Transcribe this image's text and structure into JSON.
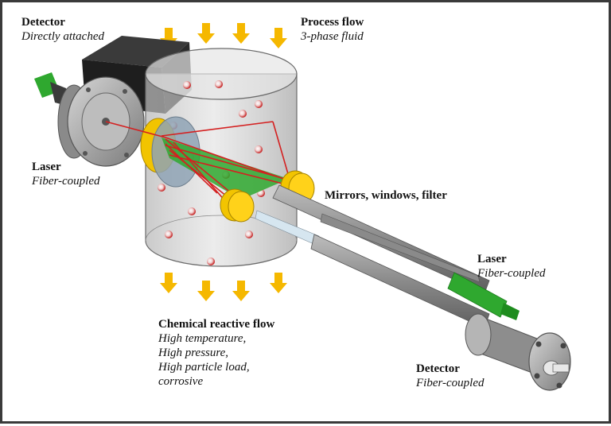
{
  "labels": {
    "detector_top": {
      "title": "Detector",
      "subtitle": "Directly attached"
    },
    "process_flow": {
      "title": "Process flow",
      "subtitle": "3-phase fluid"
    },
    "laser_left": {
      "title": "Laser",
      "subtitle": "Fiber-coupled"
    },
    "mirrors": {
      "title": "Mirrors, windows, filter"
    },
    "laser_right": {
      "title": "Laser",
      "subtitle": "Fiber-coupled"
    },
    "chemical_flow": {
      "title": "Chemical reactive flow",
      "lines": [
        "High temperature,",
        "High pressure,",
        "High particle load,",
        "corrosive"
      ]
    },
    "detector_bottom": {
      "title": "Detector",
      "subtitle": "Fiber-coupled"
    }
  },
  "colors": {
    "arrow": "#f5b800",
    "beam": "#d42020",
    "fiber": "#2fa82f",
    "mirror": "#f2c400",
    "cylinder": "#c9c9c9",
    "housing": "#9a9a9a"
  }
}
